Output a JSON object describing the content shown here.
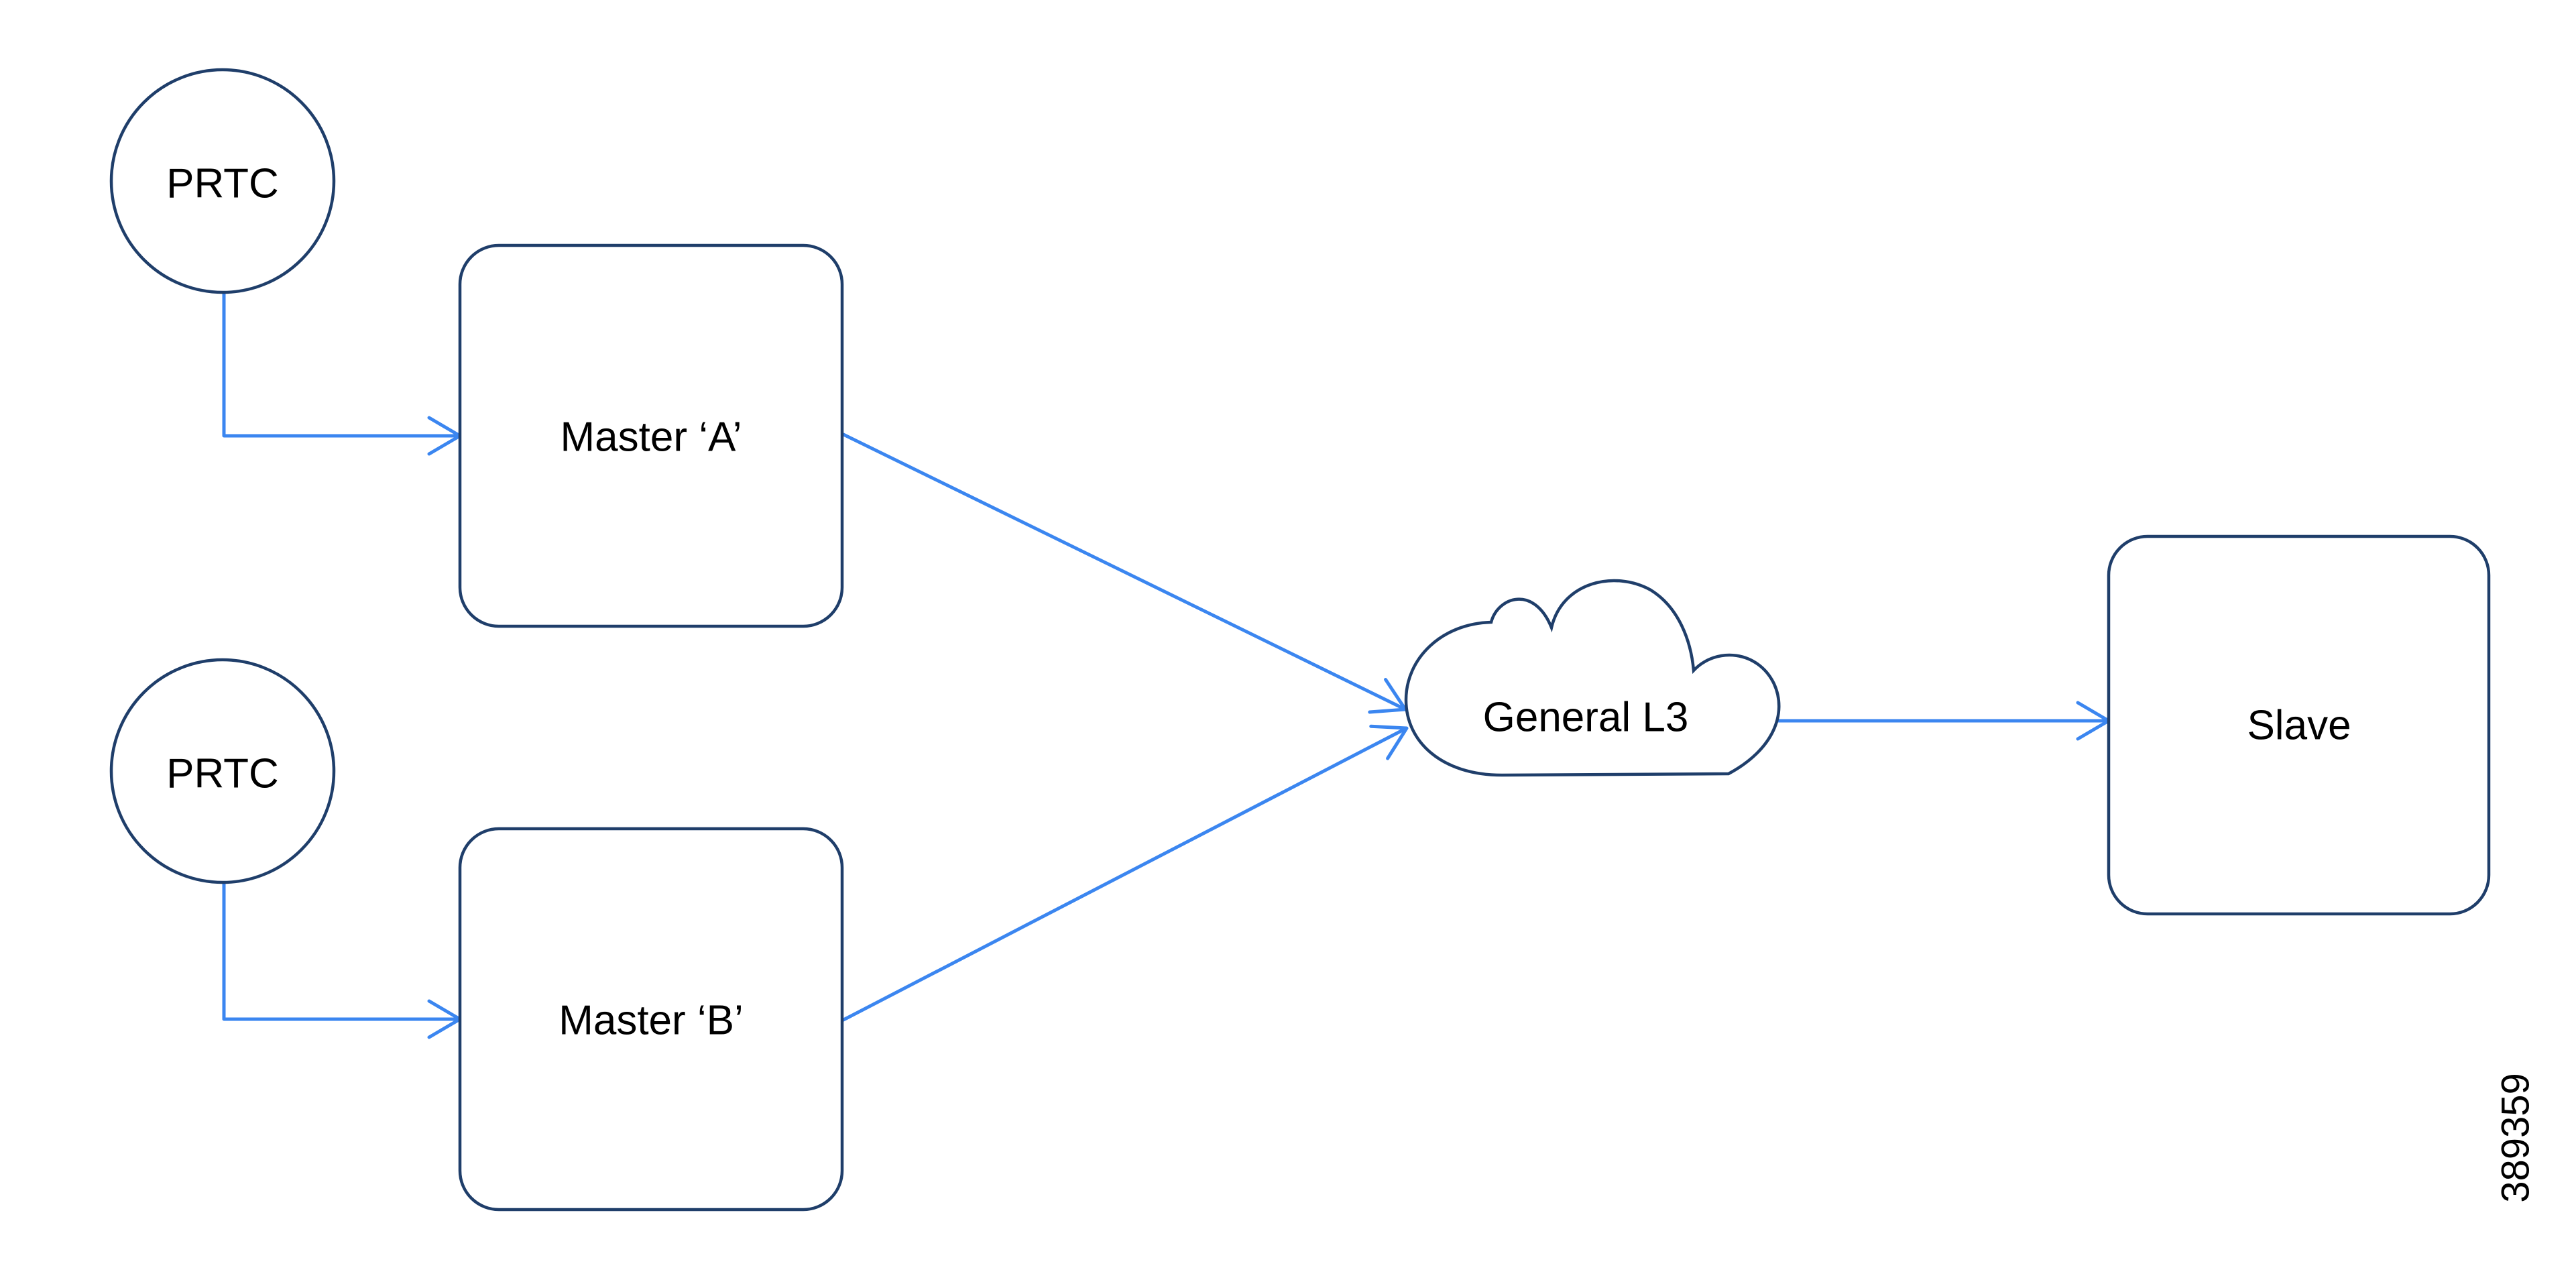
{
  "colors": {
    "background": "#ffffff",
    "node_stroke": "#1f3e6a",
    "edge_color": "#3b86f0",
    "label_color": "#000000"
  },
  "nodes": {
    "prtc_top": {
      "label": "PRTC",
      "shape": "circle"
    },
    "master_a": {
      "label": "Master ‘A’",
      "shape": "rounded-rectangle"
    },
    "prtc_bottom": {
      "label": "PRTC",
      "shape": "circle"
    },
    "master_b": {
      "label": "Master ‘B’",
      "shape": "rounded-rectangle"
    },
    "general_l3": {
      "label": "General L3",
      "shape": "cloud"
    },
    "slave": {
      "label": "Slave",
      "shape": "rounded-rectangle"
    }
  },
  "edges": [
    {
      "from": "prtc_top",
      "to": "master_a"
    },
    {
      "from": "prtc_bottom",
      "to": "master_b"
    },
    {
      "from": "master_a",
      "to": "general_l3"
    },
    {
      "from": "master_b",
      "to": "general_l3"
    },
    {
      "from": "general_l3",
      "to": "slave"
    }
  ],
  "figure_number": "389359"
}
